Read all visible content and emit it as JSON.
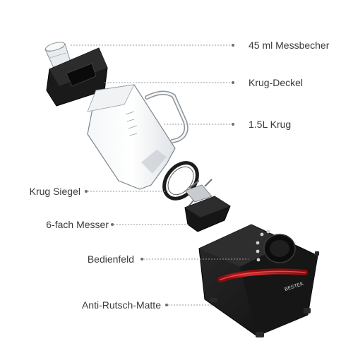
{
  "labels": {
    "measuring_cup": "45 ml Messbecher",
    "lid": "Krug-Deckel",
    "jar": "1.5L Krug",
    "seal": "Krug Siegel",
    "blade": "6-fach Messer",
    "control_panel": "Bedienfeld",
    "mat": "Anti-Rutsch-Matte"
  },
  "brand": "BESTEK",
  "colors": {
    "label_text": "#3a3a3a",
    "leader": "#9a9a9a",
    "base_body": "#1b1b1b",
    "accent_red": "#c0181e"
  }
}
